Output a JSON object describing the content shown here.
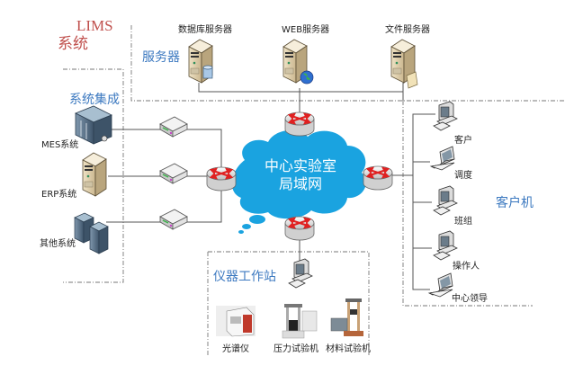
{
  "title": {
    "line1": "LIMS",
    "line2": "系统"
  },
  "groups": {
    "servers": "服务器",
    "integration": "系统集成",
    "clients": "客户机",
    "instruments": "仪器工作站"
  },
  "servers": [
    {
      "label": "数据库服务器",
      "badge": "database-icon"
    },
    {
      "label": "WEB服务器",
      "badge": "globe-icon"
    },
    {
      "label": "文件服务器",
      "badge": "folder-icon"
    }
  ],
  "integration_systems": [
    {
      "label": "MES系统"
    },
    {
      "label": "ERP系统"
    },
    {
      "label": "其他系统"
    }
  ],
  "core": {
    "line1": "中心实验室",
    "line2": "局域网",
    "color": "#1aa3e0"
  },
  "clients": [
    {
      "label": "客户",
      "device": "desktop"
    },
    {
      "label": "调度",
      "device": "laptop"
    },
    {
      "label": "班组",
      "device": "desktop"
    },
    {
      "label": "操作人",
      "device": "desktop"
    },
    {
      "label": "中心领导",
      "device": "laptop"
    }
  ],
  "instruments": [
    {
      "label": "光谱仪"
    },
    {
      "label": "压力试验机"
    },
    {
      "label": "材料试验机"
    }
  ],
  "colors": {
    "title": "#c0504d",
    "group_label": "#3c79c0",
    "router_arrow": "#e02020",
    "cloud": "#1aa3e0"
  }
}
